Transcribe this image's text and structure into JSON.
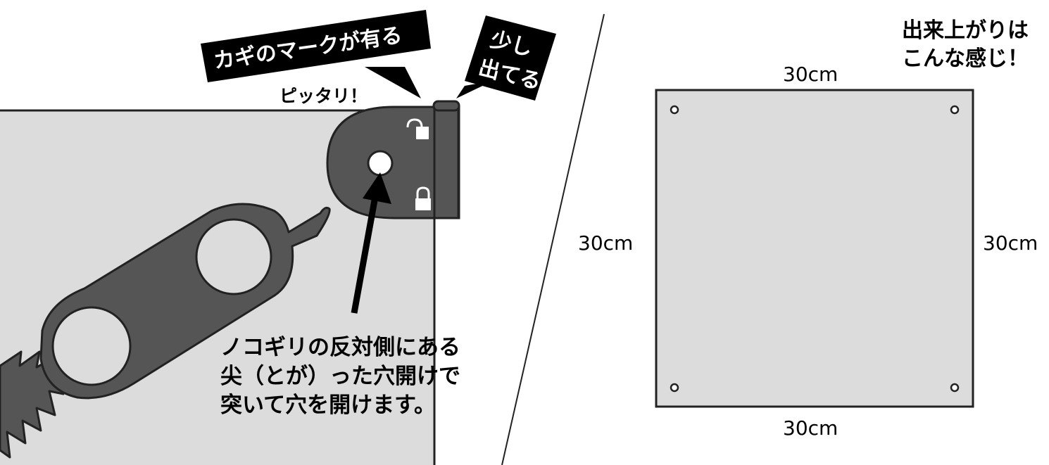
{
  "left_panel": {
    "callout_key_mark": "カギのマークが有る",
    "callout_peek": [
      "少し",
      "出てる"
    ],
    "fit_label": "ピッタリ！",
    "instruction": [
      "ノコギリの反対側にある",
      "尖（とが）った穴開けで",
      "突いて穴を開けます。"
    ]
  },
  "right_panel": {
    "caption": [
      "出来上がりは",
      "こんな感じ！"
    ],
    "dim_top": "30cm",
    "dim_left": "30cm",
    "dim_right": "30cm",
    "dim_bottom": "30cm"
  },
  "colors": {
    "board_fill": "#dcdcdc",
    "tool_fill": "#555555",
    "outline": "#222222",
    "callout_bg": "#000000",
    "callout_text": "#ffffff"
  }
}
